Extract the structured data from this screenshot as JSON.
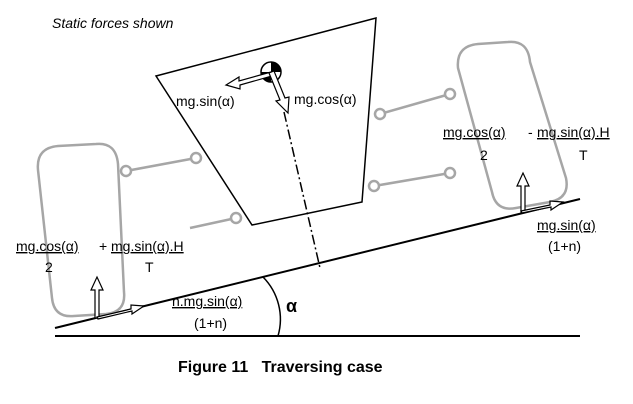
{
  "header_note": "Static forces shown",
  "body_force_sin": "mg.sin(α)",
  "body_force_cos": "mg.cos(α)",
  "right_load": {
    "num_a": "mg.cos(α)",
    "op": "-",
    "num_b": "mg.sin(α).H",
    "den_a": "2",
    "den_b": "T"
  },
  "left_load": {
    "num_a": "mg.cos(α)",
    "op": "+",
    "num_b": "mg.sin(α).H",
    "den_a": "2",
    "den_b": "T"
  },
  "right_side_force": {
    "num": "mg.sin(α)",
    "den": "(1+n)"
  },
  "left_side_force": {
    "num": "n.mg.sin(α)",
    "den": "(1+n)"
  },
  "angle_symbol": "α",
  "caption": "Figure 11   Traversing case",
  "colors": {
    "line": "#000000",
    "wheel": "#a6a6a6"
  }
}
